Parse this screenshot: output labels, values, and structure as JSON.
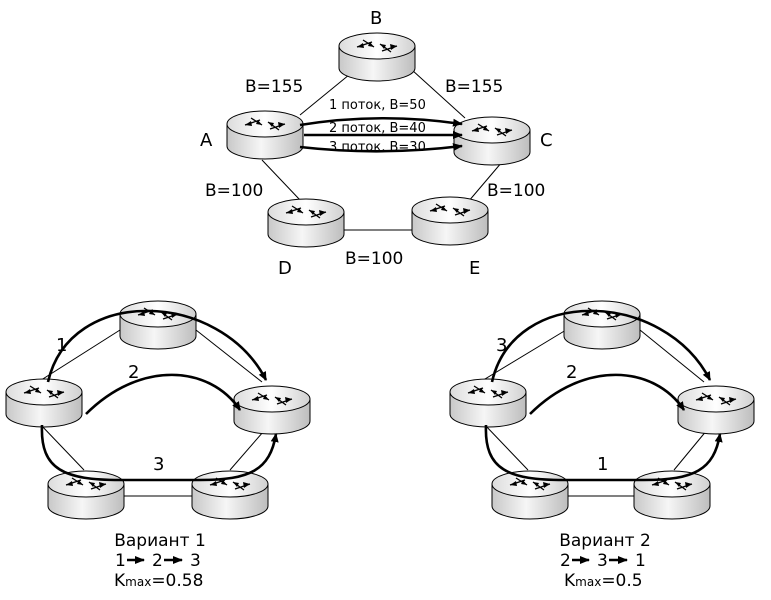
{
  "top": {
    "nodes": {
      "A": "A",
      "B": "B",
      "C": "C",
      "D": "D",
      "E": "E"
    },
    "links": {
      "ab": "B=155",
      "bc": "B=155",
      "ad": "B=100",
      "ce": "B=100",
      "de": "B=100"
    },
    "flows": [
      "1 поток, B=50",
      "2 поток, B=40",
      "3 поток, B=30"
    ]
  },
  "variant1": {
    "path_labels": [
      "1",
      "2",
      "3"
    ],
    "title": "Вариант 1",
    "order": [
      "1",
      "2",
      "3"
    ],
    "kmax_k": "K",
    "kmax_sub": "max",
    "kmax_val": "=0.58"
  },
  "variant2": {
    "path_labels": [
      "3",
      "2",
      "1"
    ],
    "title": "Вариант 2",
    "order": [
      "2",
      "3",
      "1"
    ],
    "kmax_k": "K",
    "kmax_sub": "max",
    "kmax_val": "=0.5"
  }
}
